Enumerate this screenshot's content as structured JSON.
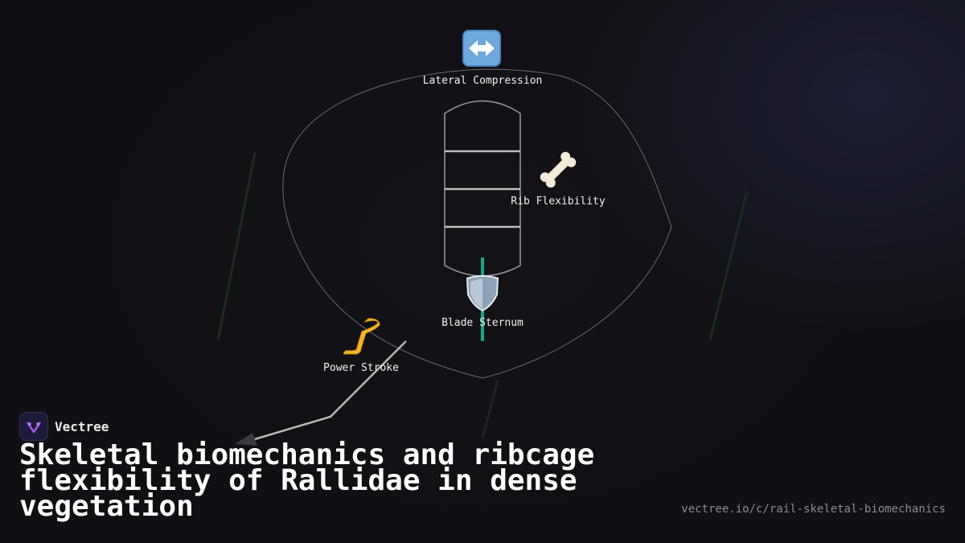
{
  "diagram": {
    "nodes": [
      {
        "id": "lateral",
        "label": "Lateral Compression",
        "icon": "left-right-arrow-icon"
      },
      {
        "id": "rib",
        "label": "Rib Flexibility",
        "icon": "bone-icon"
      },
      {
        "id": "sternum",
        "label": "Blade Sternum",
        "icon": "shield-icon"
      },
      {
        "id": "power",
        "label": "Power Stroke",
        "icon": "leg-icon"
      }
    ],
    "colors": {
      "accent": "#14a88a",
      "outline": "#c8c8c8",
      "ribs": "#bdbdbd",
      "leg": "#b8b8b8"
    }
  },
  "brand": {
    "name": "Vectree"
  },
  "title": "Skeletal biomechanics and ribcage flexibility of Rallidae in dense vegetation",
  "url": "vectree.io/c/rail-skeletal-biomechanics"
}
